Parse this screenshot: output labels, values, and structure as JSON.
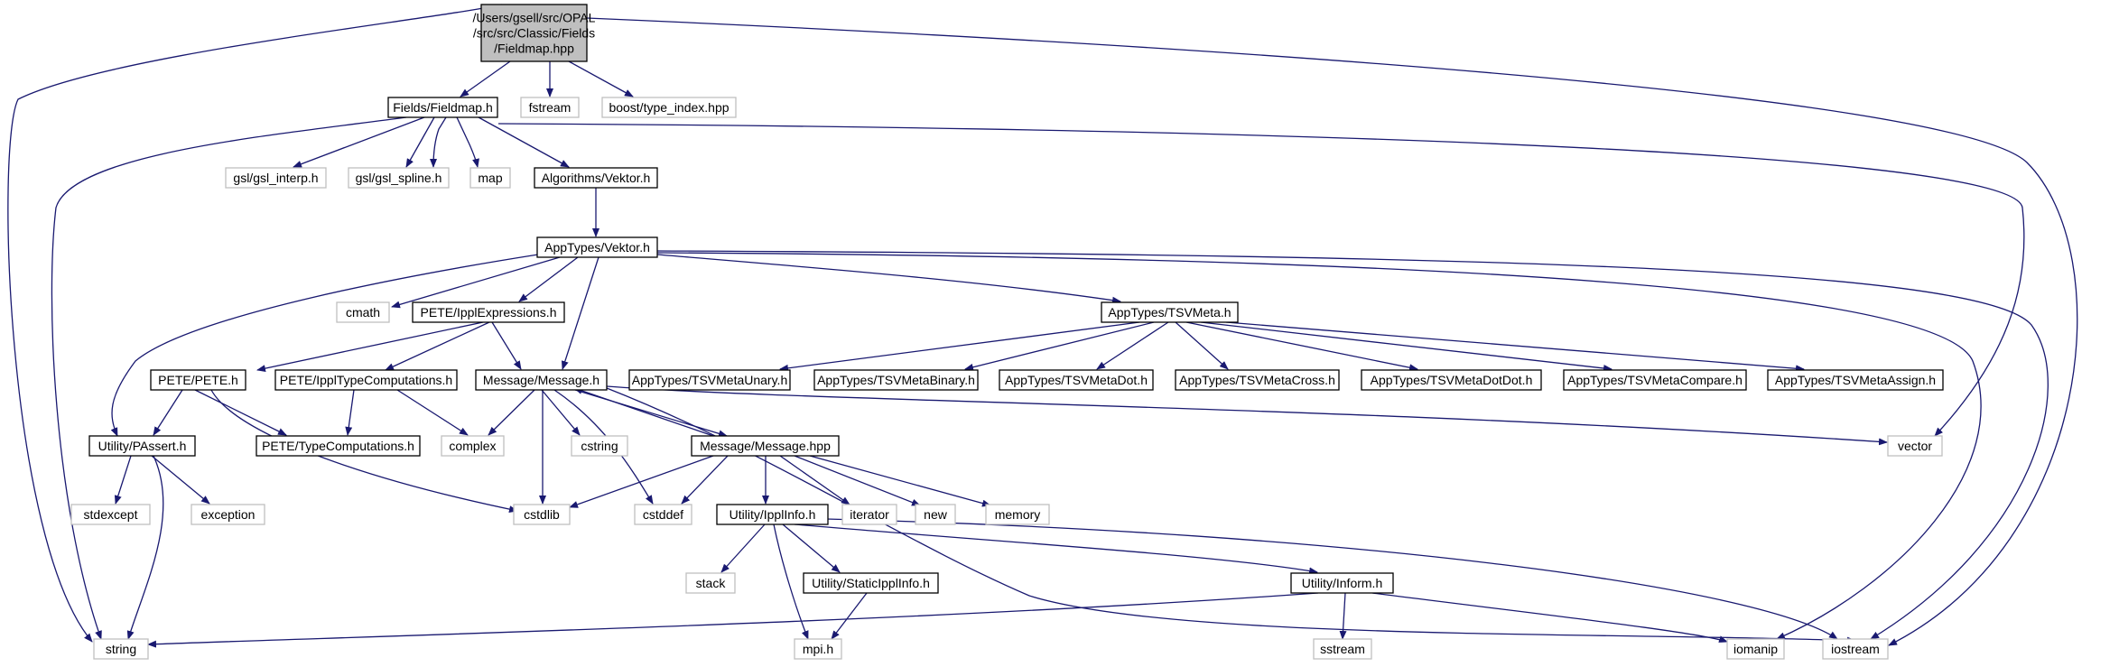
{
  "graph": {
    "colors": {
      "edge": "#191970",
      "root_fill": "#bfbfbf",
      "box_border": "#000000",
      "system_border": "#bfbfbf"
    },
    "nodes": [
      {
        "id": "root",
        "kind": "root",
        "lines": [
          "/Users/gsell/src/OPAL",
          "/src/src/Classic/Fields",
          "/Fieldmap.hpp"
        ]
      },
      {
        "id": "fieldmap_h",
        "kind": "dep",
        "lines": [
          "Fields/Fieldmap.h"
        ]
      },
      {
        "id": "fstream",
        "kind": "sys",
        "lines": [
          "fstream"
        ]
      },
      {
        "id": "type_index",
        "kind": "sys",
        "lines": [
          "boost/type_index.hpp"
        ]
      },
      {
        "id": "gsl_interp",
        "kind": "sys",
        "lines": [
          "gsl/gsl_interp.h"
        ]
      },
      {
        "id": "gsl_spline",
        "kind": "sys",
        "lines": [
          "gsl/gsl_spline.h"
        ]
      },
      {
        "id": "map",
        "kind": "sys",
        "lines": [
          "map"
        ]
      },
      {
        "id": "alg_vektor",
        "kind": "dep",
        "lines": [
          "Algorithms/Vektor.h"
        ]
      },
      {
        "id": "app_vektor",
        "kind": "dep",
        "lines": [
          "AppTypes/Vektor.h"
        ]
      },
      {
        "id": "cmath",
        "kind": "sys",
        "lines": [
          "cmath"
        ]
      },
      {
        "id": "ippl_expr",
        "kind": "dep",
        "lines": [
          "PETE/IpplExpressions.h"
        ]
      },
      {
        "id": "tsvmeta",
        "kind": "dep",
        "lines": [
          "AppTypes/TSVMeta.h"
        ]
      },
      {
        "id": "pete_h",
        "kind": "dep",
        "lines": [
          "PETE/PETE.h"
        ]
      },
      {
        "id": "ippl_typecomp",
        "kind": "dep",
        "lines": [
          "PETE/IpplTypeComputations.h"
        ]
      },
      {
        "id": "message_h",
        "kind": "dep",
        "lines": [
          "Message/Message.h"
        ]
      },
      {
        "id": "tsv_unary",
        "kind": "dep",
        "lines": [
          "AppTypes/TSVMetaUnary.h"
        ]
      },
      {
        "id": "tsv_binary",
        "kind": "dep",
        "lines": [
          "AppTypes/TSVMetaBinary.h"
        ]
      },
      {
        "id": "tsv_dot",
        "kind": "dep",
        "lines": [
          "AppTypes/TSVMetaDot.h"
        ]
      },
      {
        "id": "tsv_cross",
        "kind": "dep",
        "lines": [
          "AppTypes/TSVMetaCross.h"
        ]
      },
      {
        "id": "tsv_dotdot",
        "kind": "dep",
        "lines": [
          "AppTypes/TSVMetaDotDot.h"
        ]
      },
      {
        "id": "tsv_compare",
        "kind": "dep",
        "lines": [
          "AppTypes/TSVMetaCompare.h"
        ]
      },
      {
        "id": "tsv_assign",
        "kind": "dep",
        "lines": [
          "AppTypes/TSVMetaAssign.h"
        ]
      },
      {
        "id": "passert",
        "kind": "dep",
        "lines": [
          "Utility/PAssert.h"
        ]
      },
      {
        "id": "typecomp",
        "kind": "dep",
        "lines": [
          "PETE/TypeComputations.h"
        ]
      },
      {
        "id": "complex",
        "kind": "sys",
        "lines": [
          "complex"
        ]
      },
      {
        "id": "cstring",
        "kind": "sys",
        "lines": [
          "cstring"
        ]
      },
      {
        "id": "message_hpp",
        "kind": "dep",
        "lines": [
          "Message/Message.hpp"
        ]
      },
      {
        "id": "vector",
        "kind": "sys",
        "lines": [
          "vector"
        ]
      },
      {
        "id": "stdexcept",
        "kind": "sys",
        "lines": [
          "stdexcept"
        ]
      },
      {
        "id": "exception",
        "kind": "sys",
        "lines": [
          "exception"
        ]
      },
      {
        "id": "cstdlib",
        "kind": "sys",
        "lines": [
          "cstdlib"
        ]
      },
      {
        "id": "cstddef",
        "kind": "sys",
        "lines": [
          "cstddef"
        ]
      },
      {
        "id": "ipplinfo",
        "kind": "dep",
        "lines": [
          "Utility/IpplInfo.h"
        ]
      },
      {
        "id": "iterator",
        "kind": "sys",
        "lines": [
          "iterator"
        ]
      },
      {
        "id": "new",
        "kind": "sys",
        "lines": [
          "new"
        ]
      },
      {
        "id": "memory",
        "kind": "sys",
        "lines": [
          "memory"
        ]
      },
      {
        "id": "stack",
        "kind": "sys",
        "lines": [
          "stack"
        ]
      },
      {
        "id": "static_ipplinfo",
        "kind": "dep",
        "lines": [
          "Utility/StaticIpplInfo.h"
        ]
      },
      {
        "id": "inform",
        "kind": "dep",
        "lines": [
          "Utility/Inform.h"
        ]
      },
      {
        "id": "string",
        "kind": "sys",
        "lines": [
          "string"
        ]
      },
      {
        "id": "mpi",
        "kind": "sys",
        "lines": [
          "mpi.h"
        ]
      },
      {
        "id": "sstream",
        "kind": "sys",
        "lines": [
          "sstream"
        ]
      },
      {
        "id": "iomanip",
        "kind": "sys",
        "lines": [
          "iomanip"
        ]
      },
      {
        "id": "iostream",
        "kind": "sys",
        "lines": [
          "iostream"
        ]
      }
    ],
    "edges": [
      [
        "root",
        "fieldmap_h"
      ],
      [
        "root",
        "fstream"
      ],
      [
        "root",
        "type_index"
      ],
      [
        "root",
        "string"
      ],
      [
        "root",
        "iostream"
      ],
      [
        "fieldmap_h",
        "gsl_interp"
      ],
      [
        "fieldmap_h",
        "gsl_spline"
      ],
      [
        "fieldmap_h",
        "map"
      ],
      [
        "fieldmap_h",
        "alg_vektor"
      ],
      [
        "fieldmap_h",
        "string"
      ],
      [
        "fieldmap_h",
        "vector"
      ],
      [
        "alg_vektor",
        "app_vektor"
      ],
      [
        "app_vektor",
        "cmath"
      ],
      [
        "app_vektor",
        "ippl_expr"
      ],
      [
        "app_vektor",
        "tsvmeta"
      ],
      [
        "app_vektor",
        "passert"
      ],
      [
        "app_vektor",
        "message_h"
      ],
      [
        "app_vektor",
        "iomanip"
      ],
      [
        "app_vektor",
        "iostream"
      ],
      [
        "ippl_expr",
        "pete_h"
      ],
      [
        "ippl_expr",
        "ippl_typecomp"
      ],
      [
        "ippl_expr",
        "message_h"
      ],
      [
        "tsvmeta",
        "tsv_unary"
      ],
      [
        "tsvmeta",
        "tsv_binary"
      ],
      [
        "tsvmeta",
        "tsv_dot"
      ],
      [
        "tsvmeta",
        "tsv_cross"
      ],
      [
        "tsvmeta",
        "tsv_dotdot"
      ],
      [
        "tsvmeta",
        "tsv_compare"
      ],
      [
        "tsvmeta",
        "tsv_assign"
      ],
      [
        "pete_h",
        "passert"
      ],
      [
        "pete_h",
        "typecomp"
      ],
      [
        "pete_h",
        "cstdlib"
      ],
      [
        "ippl_typecomp",
        "typecomp"
      ],
      [
        "ippl_typecomp",
        "complex"
      ],
      [
        "message_h",
        "complex"
      ],
      [
        "message_h",
        "cstring"
      ],
      [
        "message_h",
        "cstdlib"
      ],
      [
        "message_h",
        "cstddef"
      ],
      [
        "message_h",
        "message_hpp"
      ],
      [
        "message_h",
        "vector"
      ],
      [
        "message_h",
        "iostream"
      ],
      [
        "message_hpp",
        "message_h"
      ],
      [
        "message_hpp",
        "cstdlib"
      ],
      [
        "message_hpp",
        "cstddef"
      ],
      [
        "message_hpp",
        "ipplinfo"
      ],
      [
        "message_hpp",
        "iterator"
      ],
      [
        "message_hpp",
        "new"
      ],
      [
        "message_hpp",
        "memory"
      ],
      [
        "passert",
        "stdexcept"
      ],
      [
        "passert",
        "exception"
      ],
      [
        "passert",
        "string"
      ],
      [
        "ipplinfo",
        "stack"
      ],
      [
        "ipplinfo",
        "static_ipplinfo"
      ],
      [
        "ipplinfo",
        "inform"
      ],
      [
        "ipplinfo",
        "mpi"
      ],
      [
        "ipplinfo",
        "iostream"
      ],
      [
        "static_ipplinfo",
        "mpi"
      ],
      [
        "inform",
        "string"
      ],
      [
        "inform",
        "sstream"
      ],
      [
        "inform",
        "iomanip"
      ],
      [
        "inform",
        "iostream"
      ]
    ]
  }
}
